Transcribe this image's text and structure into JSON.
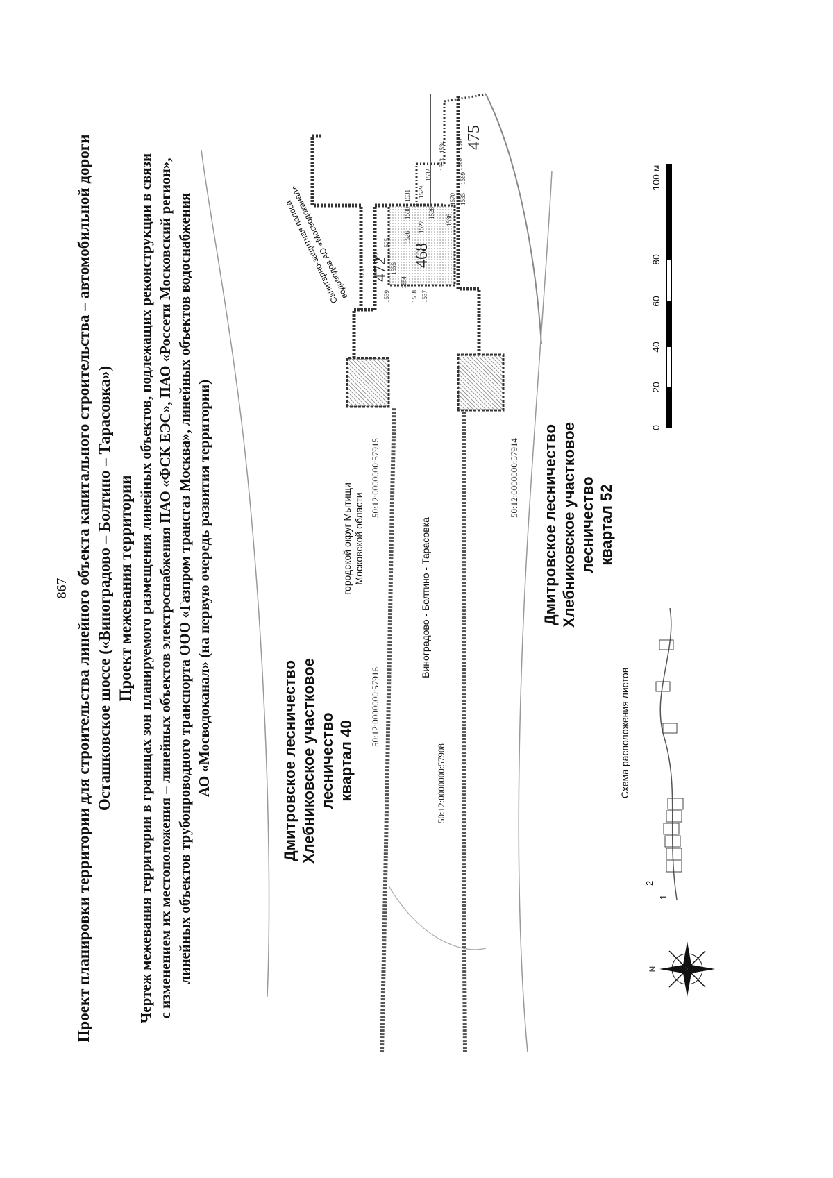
{
  "page": {
    "number": "867"
  },
  "header": {
    "line1": "Проект планировки территории для строительства линейного объекта капитального строительства – автомобильной дороги",
    "line2": "Осташковское шоссе («Виноградово – Болтино – Тарасовка»)",
    "line3": "Проект межевания территории",
    "line4": "Чертеж межевания территории в границах зон планируемого размещения линейных объектов, подлежащих реконструкции в связи",
    "line5": "с изменением их местоположения – линейных объектов электроснабжения ПАО «ФСК ЕЭС», ПАО «Россети Московский регион»,",
    "line6": "линейных объектов трубопроводного транспорта ООО «Газпром трансгаз Москва», линейных объектов водоснабжения",
    "line7": "АО «Мосводоканал» (на первую очередь развития территории)"
  },
  "map": {
    "forest_north": [
      "Дмитровское лесничество",
      "Хлебниковское участковое",
      "лесничество",
      "квартал 40"
    ],
    "forest_south": [
      "Дмитровское лесничество",
      "Хлебниковское участковое",
      "лесничество",
      "квартал 52"
    ],
    "district": [
      "городской округ Мытищи",
      "Московской области"
    ],
    "road": "Виноградово - Болтино - Тарасовка",
    "sanitary": [
      "Санитарно-защитная полоса",
      "водоводов АО «Мосводоканал»"
    ],
    "cadastral": [
      "50:12:0000000:57916",
      "50:12:0000000:57908",
      "50:12:0000000:57915",
      "50:12:0000000:57914"
    ],
    "parcels": [
      "472",
      "468",
      "475"
    ],
    "points": [
      "1523",
      "1522",
      "1525",
      "1526",
      "1530",
      "1531",
      "1533",
      "1534",
      "1539",
      "1555",
      "1527",
      "1529",
      "1532",
      "1538",
      "1537",
      "1528",
      "1570",
      "1568",
      "1567",
      "1536",
      "1535",
      "1569",
      "1554"
    ],
    "scale_labels": [
      "0",
      "20",
      "40",
      "60",
      "80",
      "100 м"
    ],
    "inset_title": "Схема расположения листов",
    "inset_numbers": [
      "1",
      "2"
    ],
    "north_label": "N"
  },
  "colors": {
    "ink": "#111111",
    "road": "#555555",
    "hatch": "#bbbbbb"
  }
}
